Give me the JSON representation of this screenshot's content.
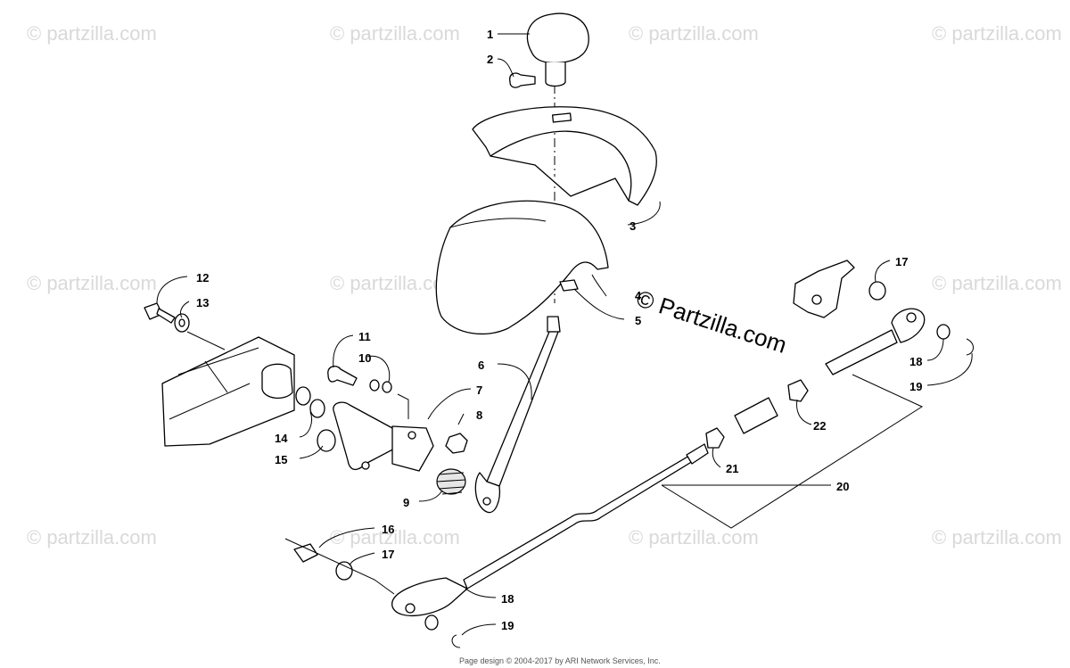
{
  "watermark": "© partzilla.com",
  "brand": "© Partzilla.com",
  "footer": "Page design © 2004-2017 by ARI Network Services, Inc.",
  "callouts": {
    "n1": "1",
    "n2": "2",
    "n3": "3",
    "n4": "4",
    "n5": "5",
    "n6": "6",
    "n7": "7",
    "n8": "8",
    "n9": "9",
    "n10": "10",
    "n11": "11",
    "n12": "12",
    "n13": "13",
    "n14": "14",
    "n15": "15",
    "n16": "16",
    "n17a": "17",
    "n17b": "17",
    "n18a": "18",
    "n18b": "18",
    "n19a": "19",
    "n19b": "19",
    "n20": "20",
    "n21": "21",
    "n22": "22"
  }
}
